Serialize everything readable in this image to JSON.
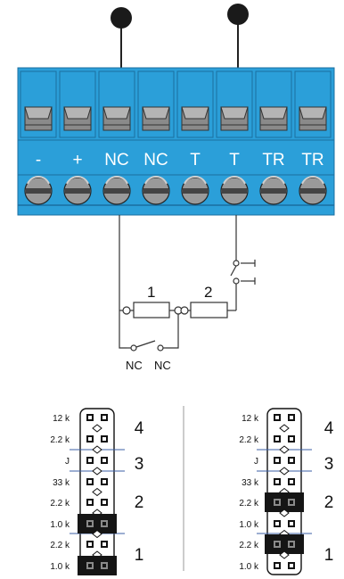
{
  "terminal_block": {
    "color": "#2b9fd9",
    "labels": [
      "-",
      "+",
      "NC",
      "NC",
      "T",
      "T",
      "TR",
      "TR"
    ]
  },
  "circuit": {
    "resistor_labels": [
      "1",
      "2"
    ],
    "nc_contact_labels": [
      "NC",
      "NC"
    ]
  },
  "jumper_blocks": [
    {
      "rows": [
        {
          "label": "12 k",
          "fill": false
        },
        {
          "label": "2.2 k",
          "fill": false
        },
        {
          "label": "J",
          "fill": false
        },
        {
          "label": "33 k",
          "fill": false
        },
        {
          "label": "2.2 k",
          "fill": false
        },
        {
          "label": "1.0 k",
          "fill": true
        },
        {
          "label": "2.2 k",
          "fill": false
        },
        {
          "label": "1.0 k",
          "fill": true
        }
      ],
      "group_numbers": [
        "4",
        "3",
        "2",
        "1"
      ]
    },
    {
      "rows": [
        {
          "label": "12 k",
          "fill": false
        },
        {
          "label": "2.2 k",
          "fill": false
        },
        {
          "label": "J",
          "fill": false
        },
        {
          "label": "33 k",
          "fill": false
        },
        {
          "label": "2.2 k",
          "fill": true
        },
        {
          "label": "1.0 k",
          "fill": false
        },
        {
          "label": "2.2 k",
          "fill": true
        },
        {
          "label": "1.0 k",
          "fill": false
        }
      ],
      "group_numbers": [
        "4",
        "3",
        "2",
        "1"
      ]
    }
  ]
}
